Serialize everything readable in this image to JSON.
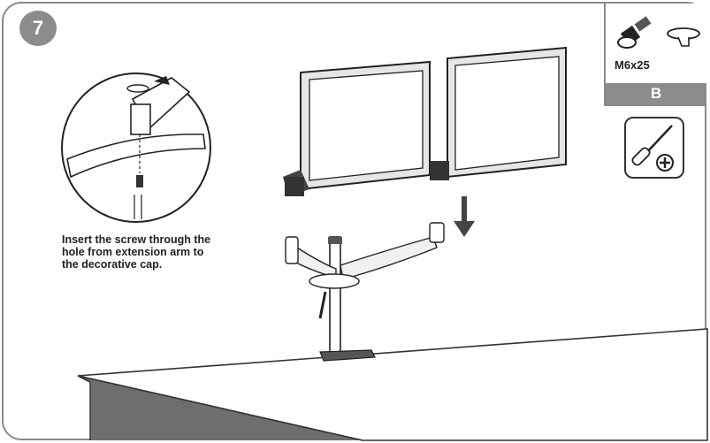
{
  "step": {
    "number": "7"
  },
  "instruction": {
    "text": "Insert the screw through the\nhole from extension arm to\nthe decorative cap."
  },
  "parts": {
    "screw_size": "M6x25",
    "code": "B"
  },
  "icons": {
    "screw": "screw-icon",
    "cap": "decorative-cap-icon",
    "tool": "phillips-screwdriver-icon"
  },
  "colors": {
    "accent_gray": "#8c8c8c",
    "line": "#333333",
    "desk_side": "#6e6e6e"
  }
}
